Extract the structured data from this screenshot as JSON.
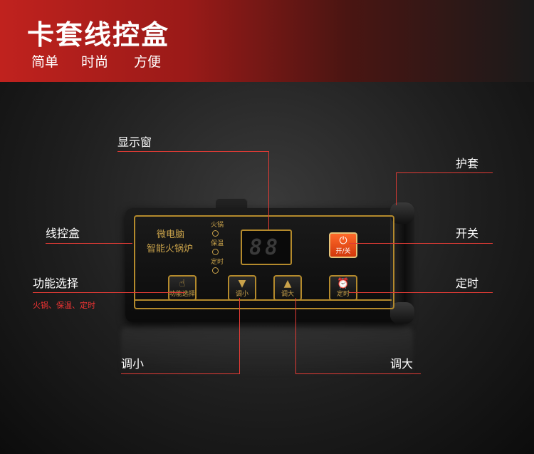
{
  "banner": {
    "title": "卡套线控盒",
    "subtitle_1": "简单",
    "subtitle_2": "时尚",
    "subtitle_3": "方便"
  },
  "callouts": {
    "display_window": "显示窗",
    "sleeve": "护套",
    "wired_box": "线控盒",
    "on_off": "开关",
    "function_select": "功能选择",
    "function_options": "火锅、保温、定时",
    "timer": "定时",
    "decrease": "调小",
    "increase": "调大"
  },
  "device": {
    "brand_line_1": "微电脑",
    "brand_line_2": "智能火锅炉",
    "led_hotpot": "火锅",
    "led_warm": "保温",
    "led_timer": "定时",
    "display_digits": "88",
    "btn_function": "功能选择",
    "btn_down": "调小",
    "btn_up": "调大",
    "btn_timer": "定时",
    "btn_power": "开/关",
    "icon_hand": "hand-icon",
    "icon_down": "chevron-down-icon",
    "icon_up": "chevron-up-icon",
    "icon_clock": "alarm-clock-icon",
    "icon_power": "power-icon"
  },
  "colors": {
    "accent_red": "#e23b35",
    "gold": "#b48a2c",
    "power_orange": "#ff6a2a"
  }
}
